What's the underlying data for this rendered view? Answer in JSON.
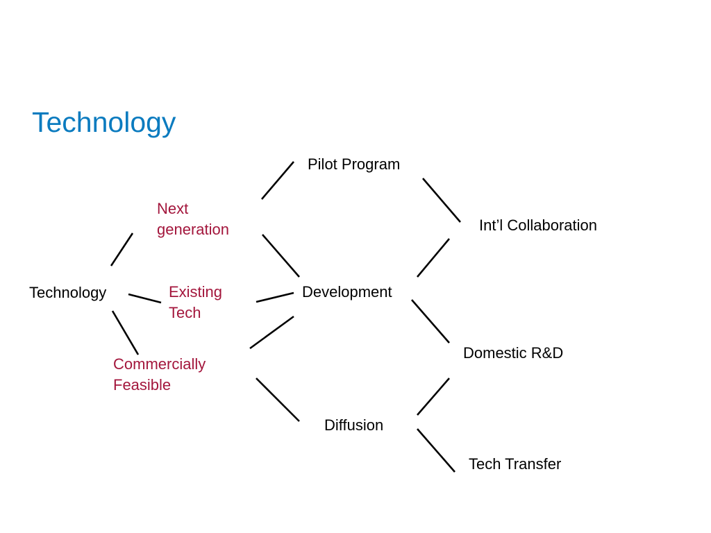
{
  "slide": {
    "title": "Technology"
  },
  "nodes": {
    "root": "Technology",
    "next_generation": [
      "Next",
      "generation"
    ],
    "existing_tech": [
      "Existing",
      "Tech"
    ],
    "commercially_feasible": [
      "Commercially",
      "Feasible"
    ],
    "pilot_program": "Pilot Program",
    "development": "Development",
    "diffusion": "Diffusion",
    "intl_collaboration": "Int’l Collaboration",
    "domestic_rnd": "Domestic R&D",
    "tech_transfer": "Tech Transfer"
  },
  "colors": {
    "title": "#0b7bbf",
    "option_text": "#a3163c",
    "default_text": "#000000",
    "connector": "#000000"
  }
}
